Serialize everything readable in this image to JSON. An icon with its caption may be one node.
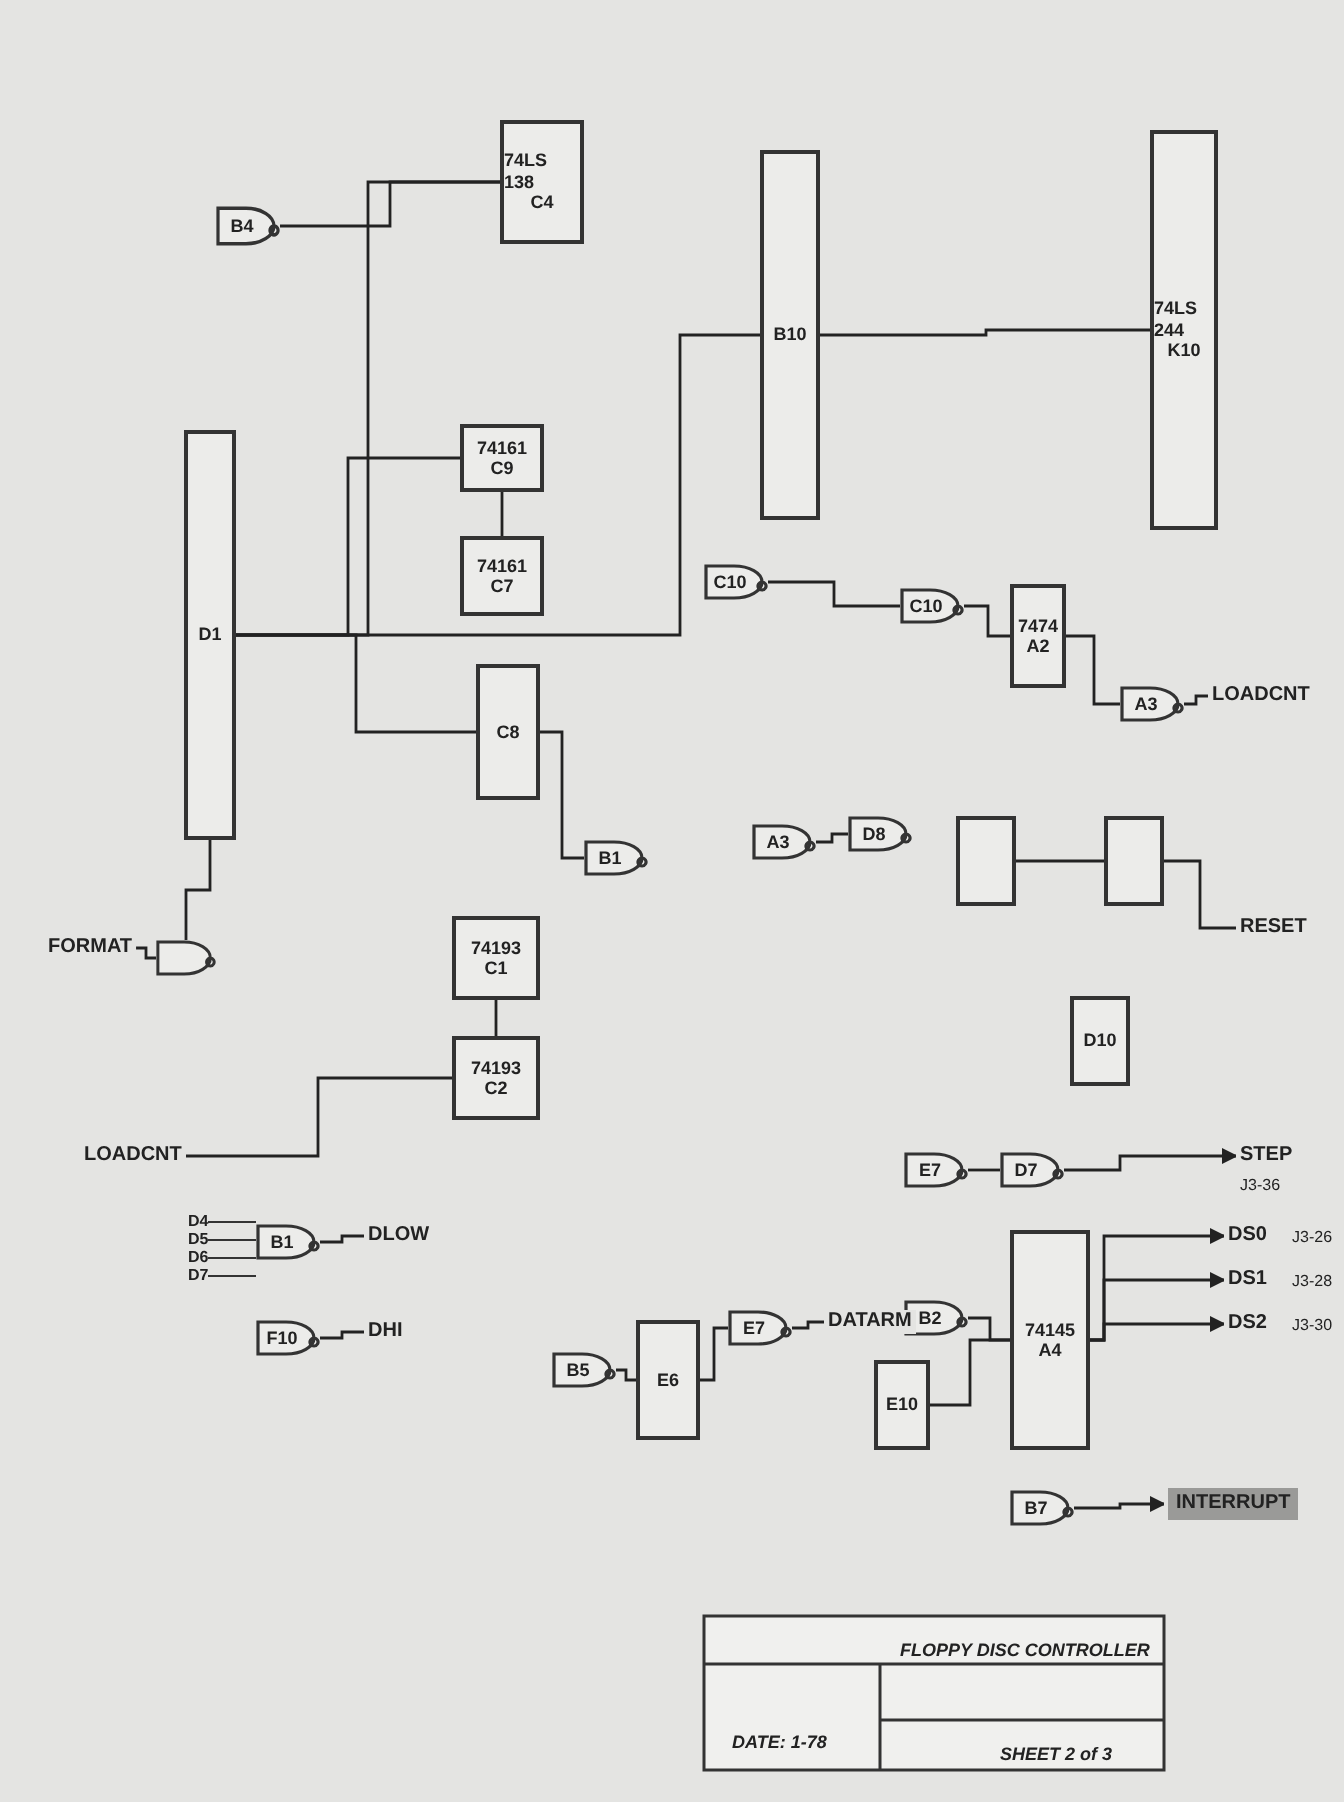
{
  "diagram": {
    "nodes": [
      {
        "text": [
          "74LS 138",
          "C4"
        ]
      },
      {
        "text": [
          "B4"
        ]
      },
      {
        "text": [
          "B10"
        ]
      },
      {
        "text": [
          "74LS 244",
          "K10"
        ]
      },
      {
        "text": [
          "D1"
        ]
      },
      {
        "text": [
          "74161",
          "C9"
        ]
      },
      {
        "text": [
          "74161",
          "C7"
        ]
      },
      {
        "text": [
          "C8"
        ]
      },
      {
        "text": [
          "74193",
          "C1"
        ]
      },
      {
        "text": [
          "74193",
          "C2"
        ]
      },
      {
        "text": [
          "7474",
          "A2"
        ]
      },
      {
        "text": [],
        "shape": "box"
      },
      {
        "text": [],
        "shape": "box"
      },
      {
        "text": [
          "D10"
        ]
      },
      {
        "text": [
          "74145",
          "A4"
        ]
      },
      {
        "text": [
          "E6"
        ]
      },
      {
        "text": [
          "E10"
        ]
      },
      {
        "text": [
          "C10"
        ]
      },
      {
        "text": [
          "C10"
        ]
      },
      {
        "text": [
          "A3"
        ]
      },
      {
        "text": [
          "B1"
        ]
      },
      {
        "text": [
          "A3"
        ]
      },
      {
        "text": [
          "D8"
        ]
      },
      {
        "text": [],
        "shape": "gate"
      },
      {
        "text": [
          "E7"
        ]
      },
      {
        "text": [
          "D7"
        ]
      },
      {
        "text": [
          "B2"
        ]
      },
      {
        "text": [
          "B5"
        ]
      },
      {
        "text": [
          "E7"
        ]
      },
      {
        "text": [
          "B7"
        ]
      },
      {
        "text": [
          "B1"
        ]
      },
      {
        "text": [
          "F10"
        ]
      },
      {
        "text": [
          "LOADCNT"
        ]
      },
      {
        "text": [
          "RESET"
        ]
      },
      {
        "text": [
          "STEP"
        ],
        "beside": [
          "J3-36"
        ]
      },
      {
        "text": [
          "DLOW"
        ]
      },
      {
        "text": [
          "DHI"
        ]
      },
      {
        "text": [
          "DATARM"
        ]
      },
      {
        "text": [
          "DS0"
        ],
        "beside": [
          "J3-26"
        ]
      },
      {
        "text": [
          "DS1"
        ],
        "beside": [
          "J3-28"
        ]
      },
      {
        "text": [
          "DS2"
        ],
        "beside": [
          "J3-30"
        ]
      },
      {
        "text": [
          "INTERRUPT"
        ]
      },
      {
        "text": [
          "LOADCNT"
        ]
      },
      {
        "text": [
          "FORMAT"
        ]
      }
    ],
    "edges": [
      {
        "from": 1,
        "to": 0,
        "arrow": "none"
      },
      {
        "from": 4,
        "to": 0,
        "arrow": "none"
      },
      {
        "from": 4,
        "to": 2,
        "arrow": "none"
      },
      {
        "from": 2,
        "to": 3,
        "arrow": "none"
      },
      {
        "from": 4,
        "to": 5,
        "arrow": "none"
      },
      {
        "from": 5,
        "to": 6,
        "arrow": "none"
      },
      {
        "from": 4,
        "to": 7,
        "arrow": "none"
      },
      {
        "from": 7,
        "to": 20,
        "arrow": "none"
      },
      {
        "from": 17,
        "to": 18,
        "arrow": "none"
      },
      {
        "from": 18,
        "to": 10,
        "arrow": "none"
      },
      {
        "from": 10,
        "to": 19,
        "arrow": "none"
      },
      {
        "from": 19,
        "to": 32,
        "arrow": "none"
      },
      {
        "from": 21,
        "to": 22,
        "arrow": "none"
      },
      {
        "from": 11,
        "to": 12,
        "arrow": "none"
      },
      {
        "from": 12,
        "to": 33,
        "arrow": "none"
      },
      {
        "from": 43,
        "to": 23,
        "arrow": "none"
      },
      {
        "from": 42,
        "to": 9,
        "arrow": "none"
      },
      {
        "from": 23,
        "to": 4,
        "arrow": "none"
      },
      {
        "from": 8,
        "to": 9,
        "arrow": "none"
      },
      {
        "from": 24,
        "to": 25,
        "arrow": "none"
      },
      {
        "from": 25,
        "to": 34,
        "arrow": "to"
      },
      {
        "from": 26,
        "to": 14,
        "arrow": "none"
      },
      {
        "from": 14,
        "to": 38,
        "arrow": "to"
      },
      {
        "from": 14,
        "to": 39,
        "arrow": "to"
      },
      {
        "from": 14,
        "to": 40,
        "arrow": "to"
      },
      {
        "from": 27,
        "to": 15,
        "arrow": "none"
      },
      {
        "from": 15,
        "to": 28,
        "arrow": "none"
      },
      {
        "from": 28,
        "to": 37,
        "arrow": "none"
      },
      {
        "from": 16,
        "to": 14,
        "arrow": "none"
      },
      {
        "from": 29,
        "to": 41,
        "arrow": "to"
      },
      {
        "from": 30,
        "to": 35,
        "arrow": "none"
      },
      {
        "from": 31,
        "to": 36,
        "arrow": "none"
      }
    ],
    "labels": [
      "D4",
      "D5",
      "D6",
      "D7",
      "FLOPPY DISC CONTROLLER",
      "DATE: 1-78",
      "SHEET 2 of 3"
    ]
  }
}
